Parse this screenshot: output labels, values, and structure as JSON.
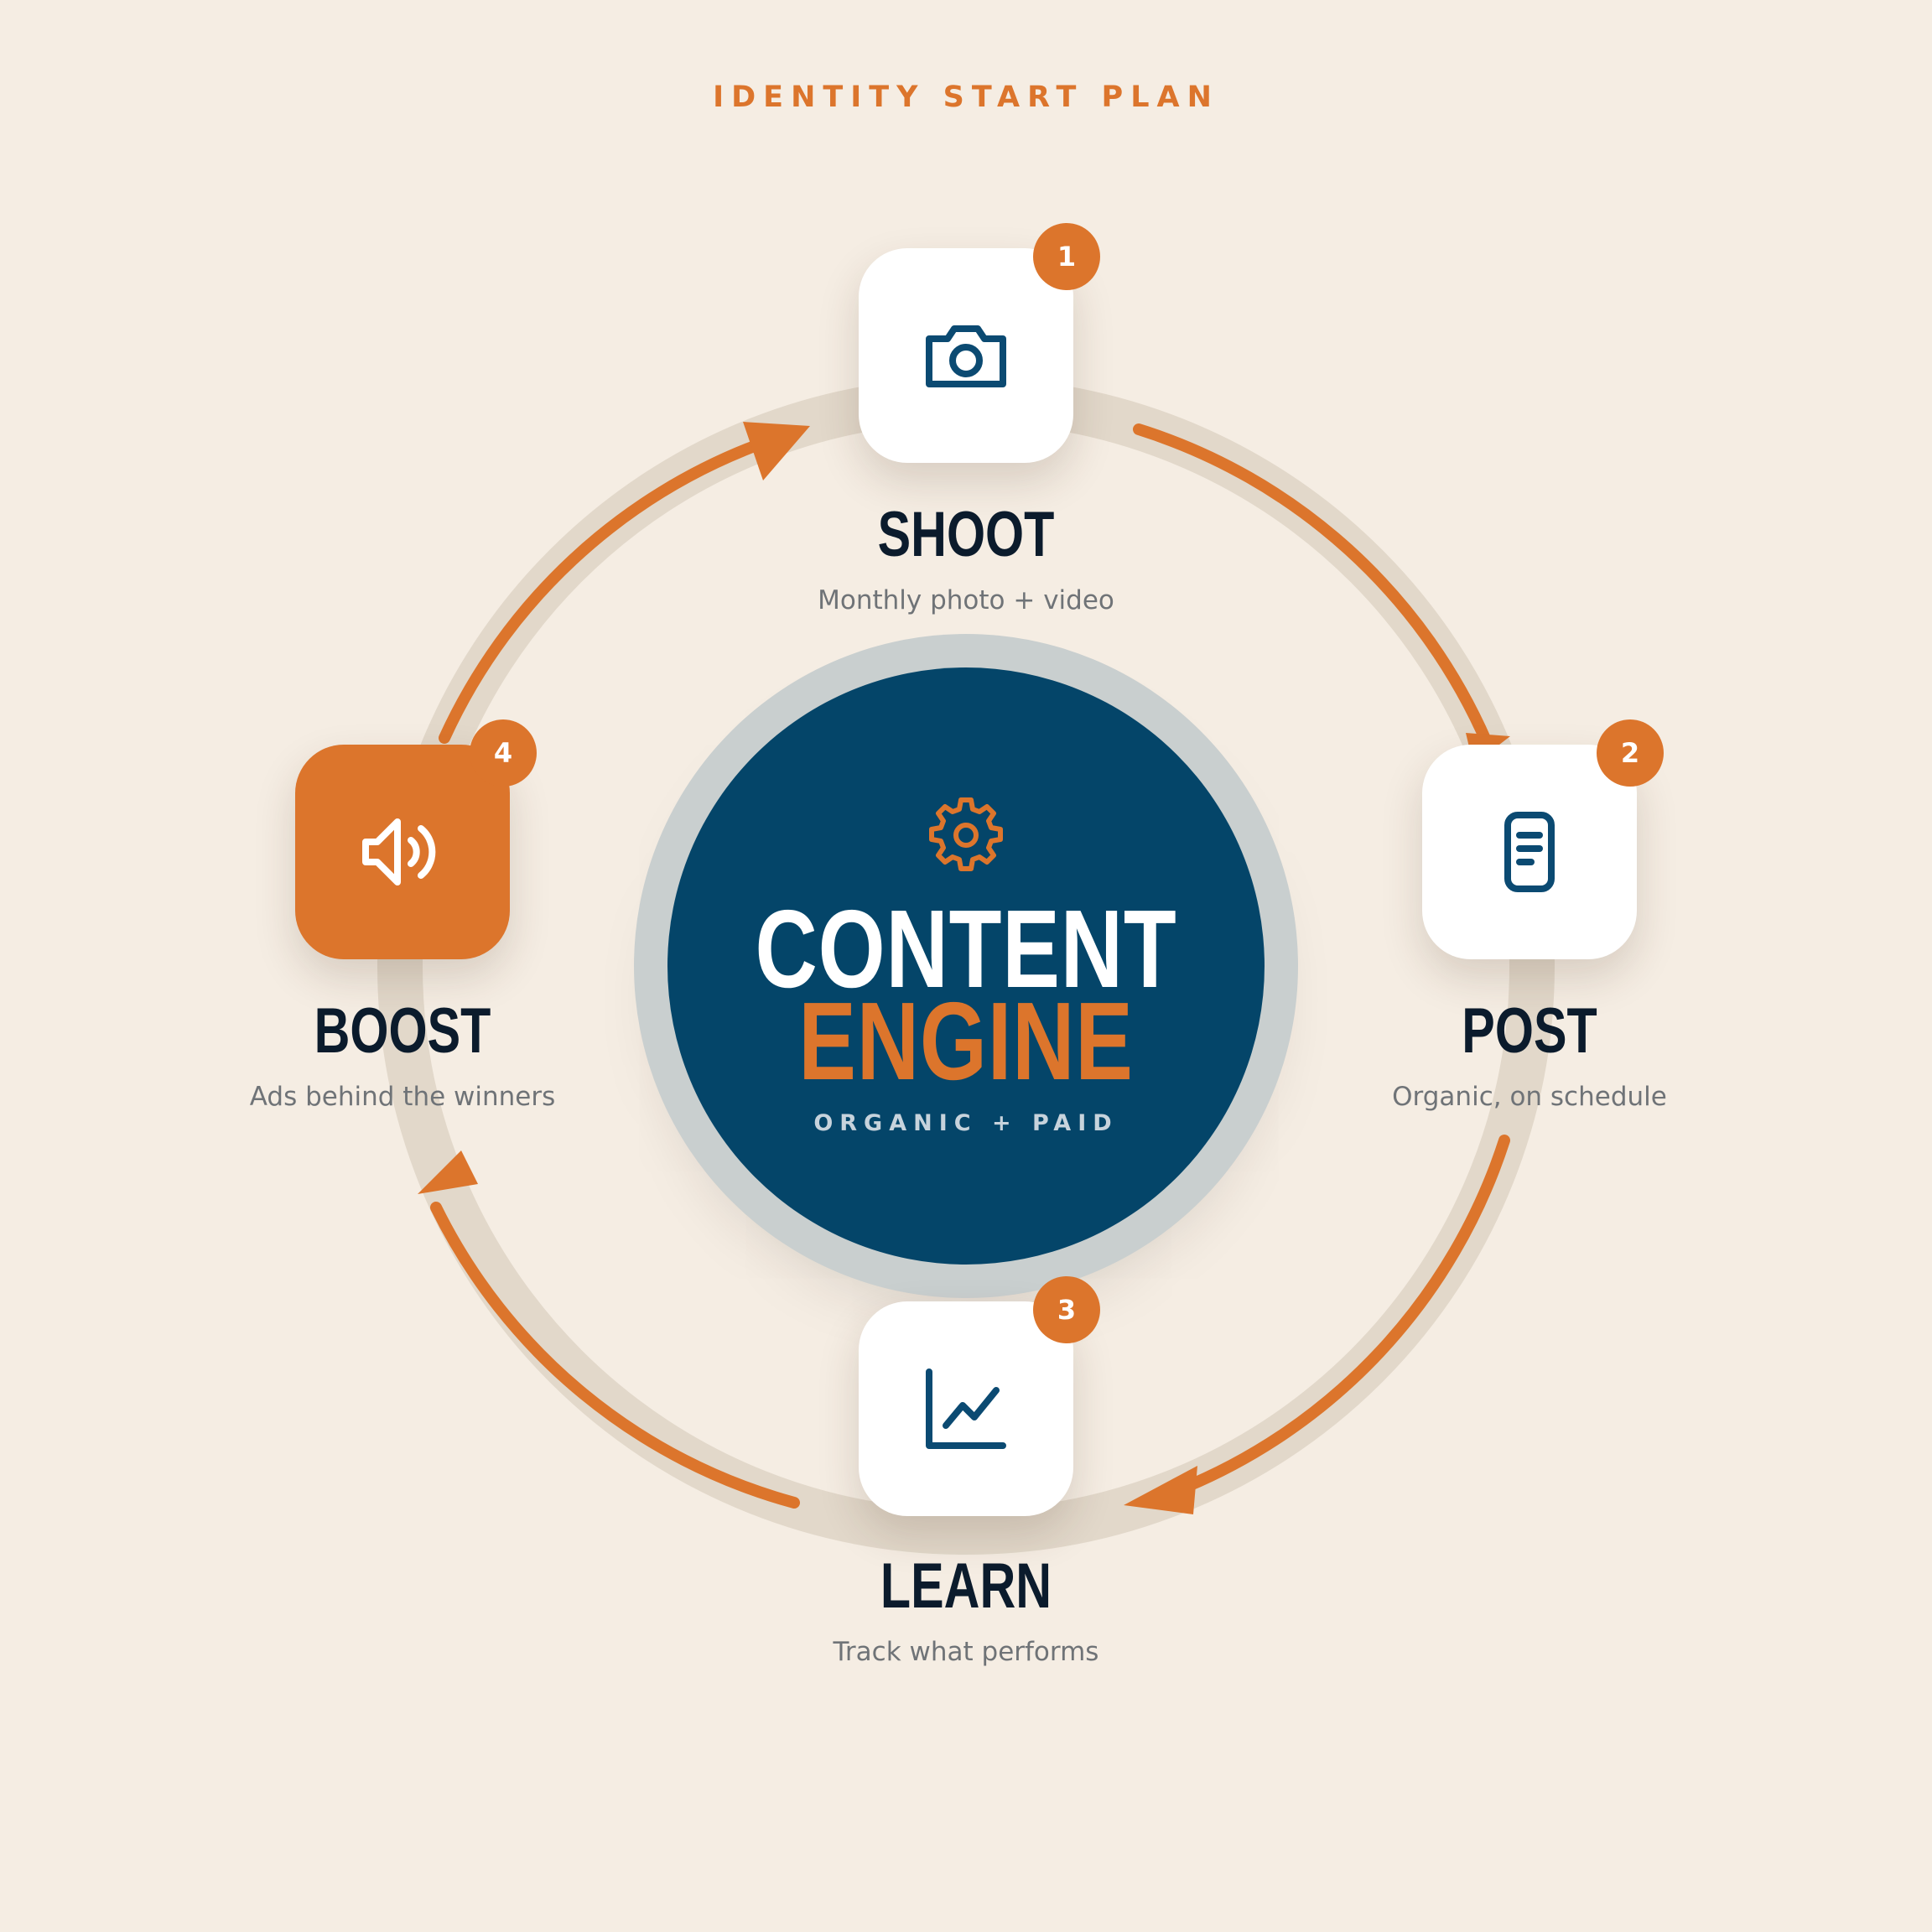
{
  "header": {
    "eyebrow": "IDENTITY START PLAN"
  },
  "hub": {
    "title_line_1": "CONTENT",
    "title_line_2": "ENGINE",
    "subtitle": "ORGANIC + PAID",
    "icon": "gear-icon"
  },
  "steps": [
    {
      "number": "1",
      "title": "SHOOT",
      "description": "Monthly photo + video",
      "icon": "camera-icon"
    },
    {
      "number": "2",
      "title": "POST",
      "description": "Organic, on schedule",
      "icon": "document-icon"
    },
    {
      "number": "3",
      "title": "LEARN",
      "description": "Track what performs",
      "icon": "line-chart-icon"
    },
    {
      "number": "4",
      "title": "BOOST",
      "description": "Ads behind the winners",
      "icon": "megaphone-icon"
    }
  ],
  "colors": {
    "background": "#f5ede3",
    "accent": "#dc752c",
    "navy": "#044569",
    "ring": "#e2d8ca",
    "text_dark": "#0b1b2c",
    "text_muted": "#6f7377"
  }
}
